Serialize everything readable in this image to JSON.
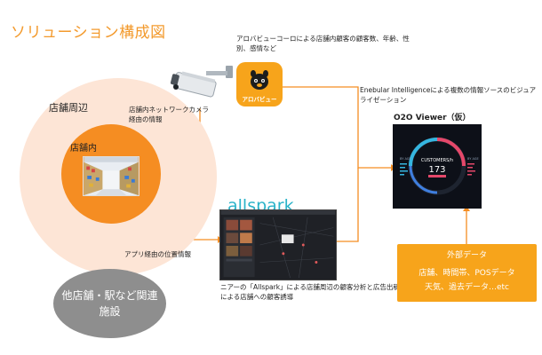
{
  "title": "ソリューション構成図",
  "store": {
    "outer_label": "店舗周辺",
    "inner_label": "店舗内",
    "camera_info": "店舗内ネットワークカメラ経由の情報",
    "app_info": "アプリ経由の位置情報",
    "nearby": "他店舗・駅など関連施設"
  },
  "arobo": {
    "logo_text": "アロバビュー",
    "description": "アロバビューコーロによる店舗内顧客の顧客数、年齢、性別、感情など"
  },
  "allspark": {
    "logo_text": "allspark",
    "description": "ニアーの「Allspark」による店舗周辺の顧客分析と広告出稿による店舗への顧客誘導"
  },
  "enebular": {
    "description": "Enebular Intelligenceによる複数の情報ソースのビジュアライゼーション",
    "viewer_title": "O2O Viewer（仮）",
    "gauge_label": "CUSTOMERS/h",
    "gauge_value": "173",
    "left_label": "BY AGE",
    "right_label": "BY AGE"
  },
  "external": {
    "title": "外部データ",
    "line1": "店舗、時間帯、POSデータ",
    "line2": "天気、過去データ…etc"
  },
  "colors": {
    "accent": "#f39a2d",
    "orange": "#f58d22",
    "peach": "#fde5d6",
    "gray": "#8e8e8e",
    "tile": "#f7a41b",
    "teal": "#2bb3c9"
  }
}
